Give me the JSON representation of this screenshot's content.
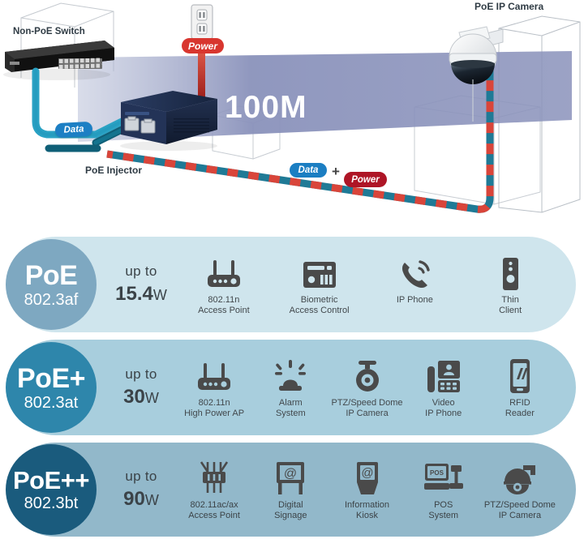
{
  "diagram": {
    "switch_label": "Non-PoE Switch",
    "injector_label": "PoE Injector",
    "camera_label": "PoE IP Camera",
    "distance_label": "100M",
    "power_badge_top": "Power",
    "data_badge_left": "Data",
    "data_badge_mid": "Data",
    "plus": "+",
    "power_badge_mid": "Power",
    "colors": {
      "data_blue": "#1b7ec2",
      "power_red_top": "#d8362f",
      "power_red_mid": "#ae1526",
      "cable_teal": "#1f7a96",
      "cable_red": "#d94f3d",
      "beam": "#8890b8",
      "injector_navy": "#1d2c4a"
    }
  },
  "bands": [
    {
      "name": "PoE",
      "standard": "802.3af",
      "up_to": "up to",
      "power_value": "15.4",
      "power_unit": "W",
      "circle_color": "#7ea8c1",
      "band_color": "#cfe5ed",
      "items": [
        {
          "icon": "wifi-router-icon",
          "caption": "802.11n\nAccess Point"
        },
        {
          "icon": "biometric-access-control-icon",
          "caption": "Biometric\nAccess Control"
        },
        {
          "icon": "ip-phone-icon",
          "caption": "IP Phone"
        },
        {
          "icon": "thin-client-icon",
          "caption": "Thin\nClient"
        }
      ]
    },
    {
      "name": "PoE+",
      "standard": "802.3at",
      "up_to": "up to",
      "power_value": "30",
      "power_unit": "W",
      "circle_color": "#2e86ab",
      "band_color": "#a8cedd",
      "items": [
        {
          "icon": "wifi-router-icon",
          "caption": "802.11n\nHigh Power AP"
        },
        {
          "icon": "alarm-siren-icon",
          "caption": "Alarm\nSystem"
        },
        {
          "icon": "ptz-dome-camera-icon",
          "caption": "PTZ/Speed Dome\nIP Camera"
        },
        {
          "icon": "video-ip-phone-icon",
          "caption": "Video\nIP Phone"
        },
        {
          "icon": "rfid-reader-icon",
          "caption": "RFID\nReader"
        }
      ]
    },
    {
      "name": "PoE++",
      "standard": "802.3bt",
      "up_to": "up to",
      "power_value": "90",
      "power_unit": "W",
      "circle_color": "#1a5b7d",
      "band_color": "#92b8ca",
      "items": [
        {
          "icon": "wifi6-access-point-icon",
          "caption": "802.11ac/ax\nAccess Point"
        },
        {
          "icon": "digital-signage-icon",
          "caption": "Digital\nSignage"
        },
        {
          "icon": "information-kiosk-icon",
          "caption": "Information\nKiosk"
        },
        {
          "icon": "pos-system-icon",
          "caption": "POS\nSystem"
        },
        {
          "icon": "ptz-dome-camera-icon",
          "caption": "PTZ/Speed Dome\nIP Camera"
        }
      ],
      "pos_screen_label": "POS"
    }
  ]
}
